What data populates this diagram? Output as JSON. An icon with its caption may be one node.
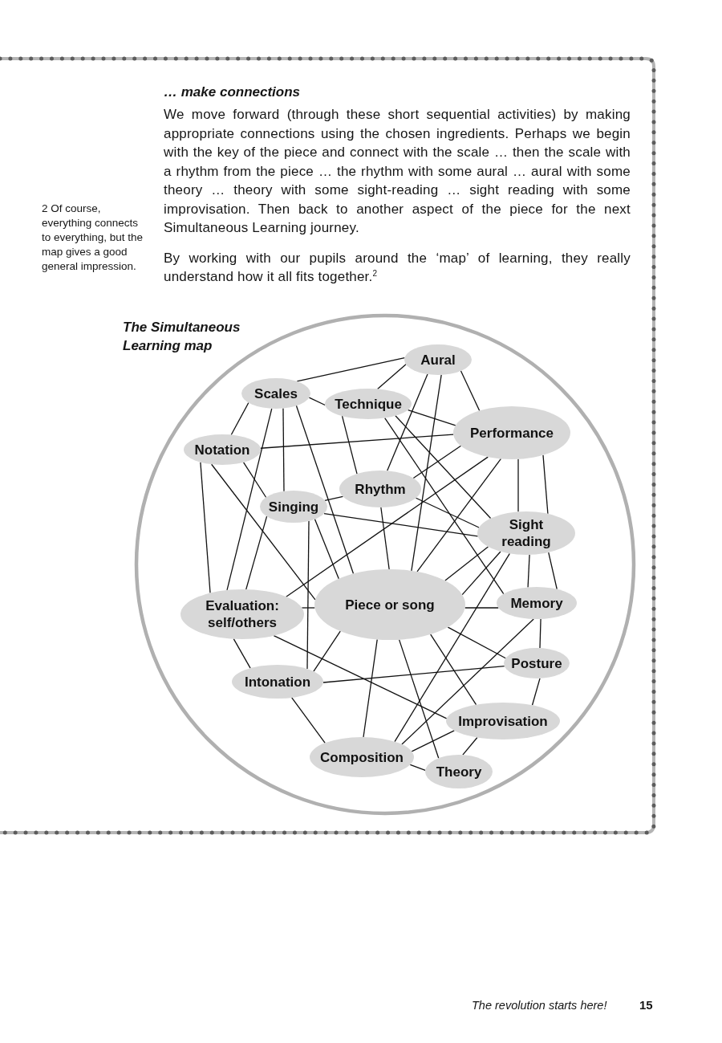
{
  "diagram": {
    "title": "The Simultaneous Learning map",
    "nodes": [
      {
        "text": [
          "Aural"
        ]
      },
      {
        "text": [
          "Scales"
        ]
      },
      {
        "text": [
          "Technique"
        ]
      },
      {
        "text": [
          "Performance"
        ]
      },
      {
        "text": [
          "Notation"
        ]
      },
      {
        "text": [
          "Rhythm"
        ]
      },
      {
        "text": [
          "Singing"
        ]
      },
      {
        "text": [
          "Sight reading"
        ]
      },
      {
        "text": [
          "Evaluation: self/others"
        ]
      },
      {
        "text": [
          "Piece or song"
        ]
      },
      {
        "text": [
          "Memory"
        ]
      },
      {
        "text": [
          "Posture"
        ]
      },
      {
        "text": [
          "Intonation"
        ]
      },
      {
        "text": [
          "Improvisation"
        ]
      },
      {
        "text": [
          "Composition"
        ]
      },
      {
        "text": [
          "Theory"
        ]
      }
    ],
    "edges": [
      {
        "from": 1,
        "to": 0,
        "arrow": "none"
      },
      {
        "from": 2,
        "to": 0,
        "arrow": "none"
      },
      {
        "from": 0,
        "to": 5,
        "arrow": "none"
      },
      {
        "from": 0,
        "to": 9,
        "arrow": "none"
      },
      {
        "from": 0,
        "to": 3,
        "arrow": "none"
      },
      {
        "from": 1,
        "to": 2,
        "arrow": "none"
      },
      {
        "from": 1,
        "to": 4,
        "arrow": "none"
      },
      {
        "from": 1,
        "to": 8,
        "arrow": "none"
      },
      {
        "from": 1,
        "to": 6,
        "arrow": "none"
      },
      {
        "from": 1,
        "to": 9,
        "arrow": "none"
      },
      {
        "from": 2,
        "to": 3,
        "arrow": "none"
      },
      {
        "from": 2,
        "to": 5,
        "arrow": "none"
      },
      {
        "from": 2,
        "to": 7,
        "arrow": "none"
      },
      {
        "from": 2,
        "to": 10,
        "arrow": "none"
      },
      {
        "from": 4,
        "to": 3,
        "arrow": "none"
      },
      {
        "from": 3,
        "to": 5,
        "arrow": "none"
      },
      {
        "from": 3,
        "to": 8,
        "arrow": "none"
      },
      {
        "from": 3,
        "to": 9,
        "arrow": "none"
      },
      {
        "from": 3,
        "to": 7,
        "arrow": "none"
      },
      {
        "from": 3,
        "to": 7,
        "arrow": "none"
      },
      {
        "from": 4,
        "to": 6,
        "arrow": "none"
      },
      {
        "from": 4,
        "to": 8,
        "arrow": "none"
      },
      {
        "from": 4,
        "to": 9,
        "arrow": "none"
      },
      {
        "from": 6,
        "to": 5,
        "arrow": "none"
      },
      {
        "from": 5,
        "to": 7,
        "arrow": "none"
      },
      {
        "from": 5,
        "to": 9,
        "arrow": "none"
      },
      {
        "from": 6,
        "to": 7,
        "arrow": "none"
      },
      {
        "from": 6,
        "to": 8,
        "arrow": "none"
      },
      {
        "from": 6,
        "to": 9,
        "arrow": "none"
      },
      {
        "from": 6,
        "to": 12,
        "arrow": "none"
      },
      {
        "from": 7,
        "to": 9,
        "arrow": "none"
      },
      {
        "from": 7,
        "to": 9,
        "arrow": "none"
      },
      {
        "from": 7,
        "to": 14,
        "arrow": "none"
      },
      {
        "from": 7,
        "to": 10,
        "arrow": "none"
      },
      {
        "from": 7,
        "to": 10,
        "arrow": "none"
      },
      {
        "from": 8,
        "to": 9,
        "arrow": "none"
      },
      {
        "from": 8,
        "to": 12,
        "arrow": "none"
      },
      {
        "from": 8,
        "to": 13,
        "arrow": "none"
      },
      {
        "from": 9,
        "to": 10,
        "arrow": "none"
      },
      {
        "from": 9,
        "to": 11,
        "arrow": "none"
      },
      {
        "from": 9,
        "to": 12,
        "arrow": "none"
      },
      {
        "from": 9,
        "to": 14,
        "arrow": "none"
      },
      {
        "from": 9,
        "to": 15,
        "arrow": "none"
      },
      {
        "from": 9,
        "to": 13,
        "arrow": "none"
      },
      {
        "from": 10,
        "to": 11,
        "arrow": "none"
      },
      {
        "from": 10,
        "to": 14,
        "arrow": "none"
      },
      {
        "from": 12,
        "to": 11,
        "arrow": "none"
      },
      {
        "from": 11,
        "to": 13,
        "arrow": "none"
      },
      {
        "from": 12,
        "to": 14,
        "arrow": "none"
      },
      {
        "from": 14,
        "to": 13,
        "arrow": "none"
      },
      {
        "from": 14,
        "to": 15,
        "arrow": "none"
      },
      {
        "from": 13,
        "to": 15,
        "arrow": "none"
      }
    ],
    "labels": [
      "… make connections",
      "We move forward (through these short sequential activities) by making appropriate connections using the chosen ingredients. Perhaps we begin with the key of the piece and connect with the scale … then the scale with a rhythm from the piece … the rhythm with some aural … aural with some theory … theory with some sight-reading … sight reading with some improvisation. Then back to another aspect of the piece for the next Simultaneous Learning journey.",
      "2 Of course, everything connects to everything, but the map gives a good general impression.",
      "By working with our pupils around the ‘map’ of learning, they really understand how it all fits together.$^{2}$",
      "The revolution starts here!",
      "15"
    ]
  }
}
